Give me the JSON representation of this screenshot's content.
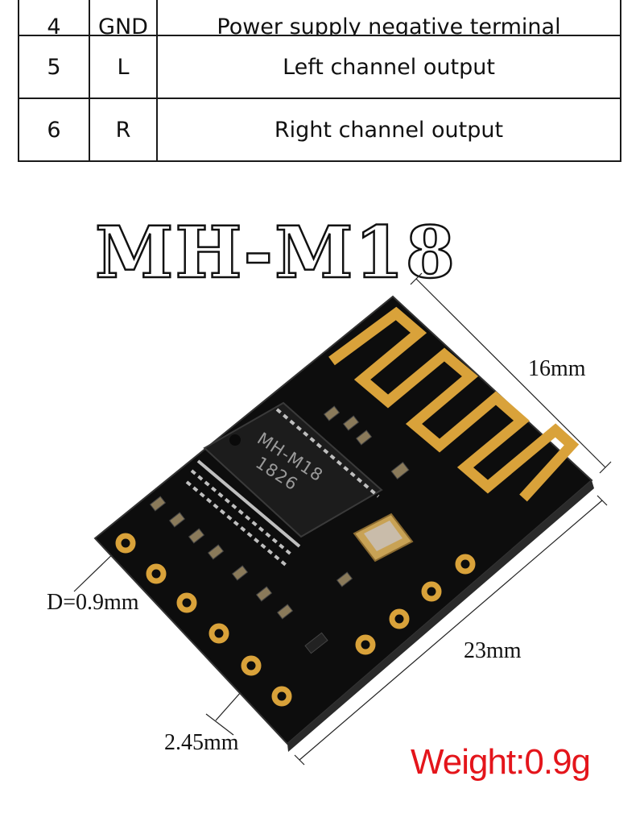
{
  "pin_table": {
    "rows": [
      {
        "num": "4",
        "name": "GND",
        "desc": "Power supply negative terminal"
      },
      {
        "num": "5",
        "name": "L",
        "desc": "Left channel output"
      },
      {
        "num": "6",
        "name": "R",
        "desc": "Right channel output"
      }
    ]
  },
  "product": {
    "model_title": "MH-M18",
    "chip_marking_1": "MH-M18",
    "chip_marking_2": "1826"
  },
  "dimensions": {
    "width_label": "16mm",
    "length_label": "23mm",
    "pad_diameter_label": "D=0.9mm",
    "pitch_label": "2.45mm"
  },
  "weight": {
    "label": "Weight:",
    "value": "0.9g",
    "color": "#e4151b"
  },
  "colors": {
    "pcb": "#0d0d0d",
    "gold": "#d9a23a",
    "chip": "#1c1c1c"
  }
}
